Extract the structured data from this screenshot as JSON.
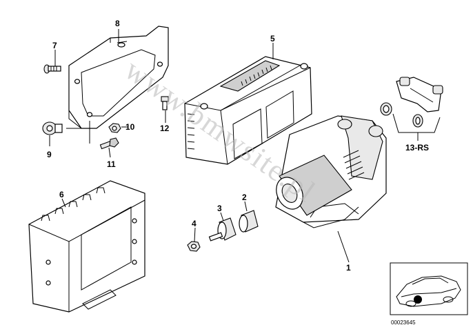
{
  "watermark": "www.bmwsite.pl",
  "callouts": [
    {
      "id": "1",
      "label": "1"
    },
    {
      "id": "2",
      "label": "2"
    },
    {
      "id": "3",
      "label": "3"
    },
    {
      "id": "4",
      "label": "4"
    },
    {
      "id": "5",
      "label": "5"
    },
    {
      "id": "6",
      "label": "6"
    },
    {
      "id": "7",
      "label": "7"
    },
    {
      "id": "8",
      "label": "8"
    },
    {
      "id": "9",
      "label": "9"
    },
    {
      "id": "10",
      "label": "10"
    },
    {
      "id": "11",
      "label": "11"
    },
    {
      "id": "12",
      "label": "12"
    },
    {
      "id": "13",
      "label": "13-RS"
    }
  ],
  "inset": {
    "code": "00023645"
  }
}
